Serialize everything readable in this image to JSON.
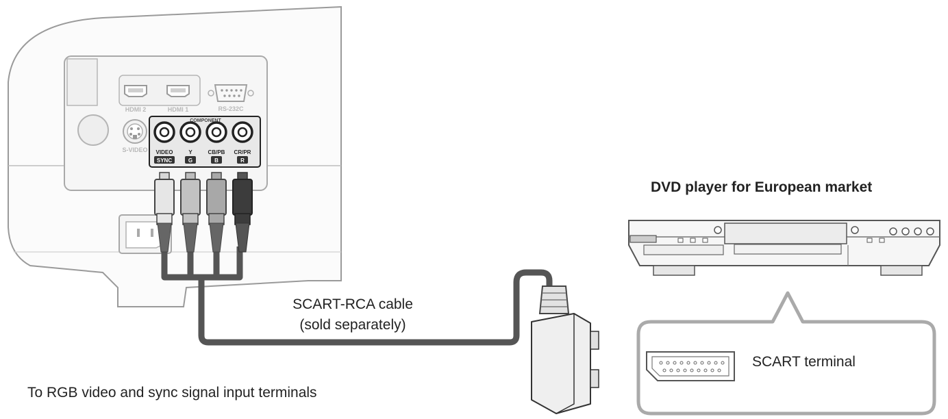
{
  "projector_panel": {
    "hdmi2": "HDMI 2",
    "hdmi1": "HDMI 1",
    "rs232c": "RS-232C",
    "svideo": "S-VIDEO",
    "component": "COMPONENT",
    "terminals": [
      {
        "top": "VIDEO",
        "bottom": "SYNC"
      },
      {
        "top": "Y",
        "bottom": "G"
      },
      {
        "top": "CB/PB",
        "bottom": "B"
      },
      {
        "top": "CR/PR",
        "bottom": "R"
      }
    ]
  },
  "labels": {
    "dvd_title": "DVD player for European market",
    "cable_line1": "SCART-RCA cable",
    "cable_line2": "(sold separately)",
    "to_terminals": "To RGB video and sync signal input terminals",
    "scart_terminal": "SCART terminal"
  },
  "colors": {
    "outline": "#555555",
    "panel_fill": "#f4f4f4",
    "cable": "#555555",
    "callout": "#aaaaaa",
    "plug_light": "#e6e6e6",
    "plug_mid": "#c2c2c2",
    "plug_dark": "#3c3c3c"
  }
}
